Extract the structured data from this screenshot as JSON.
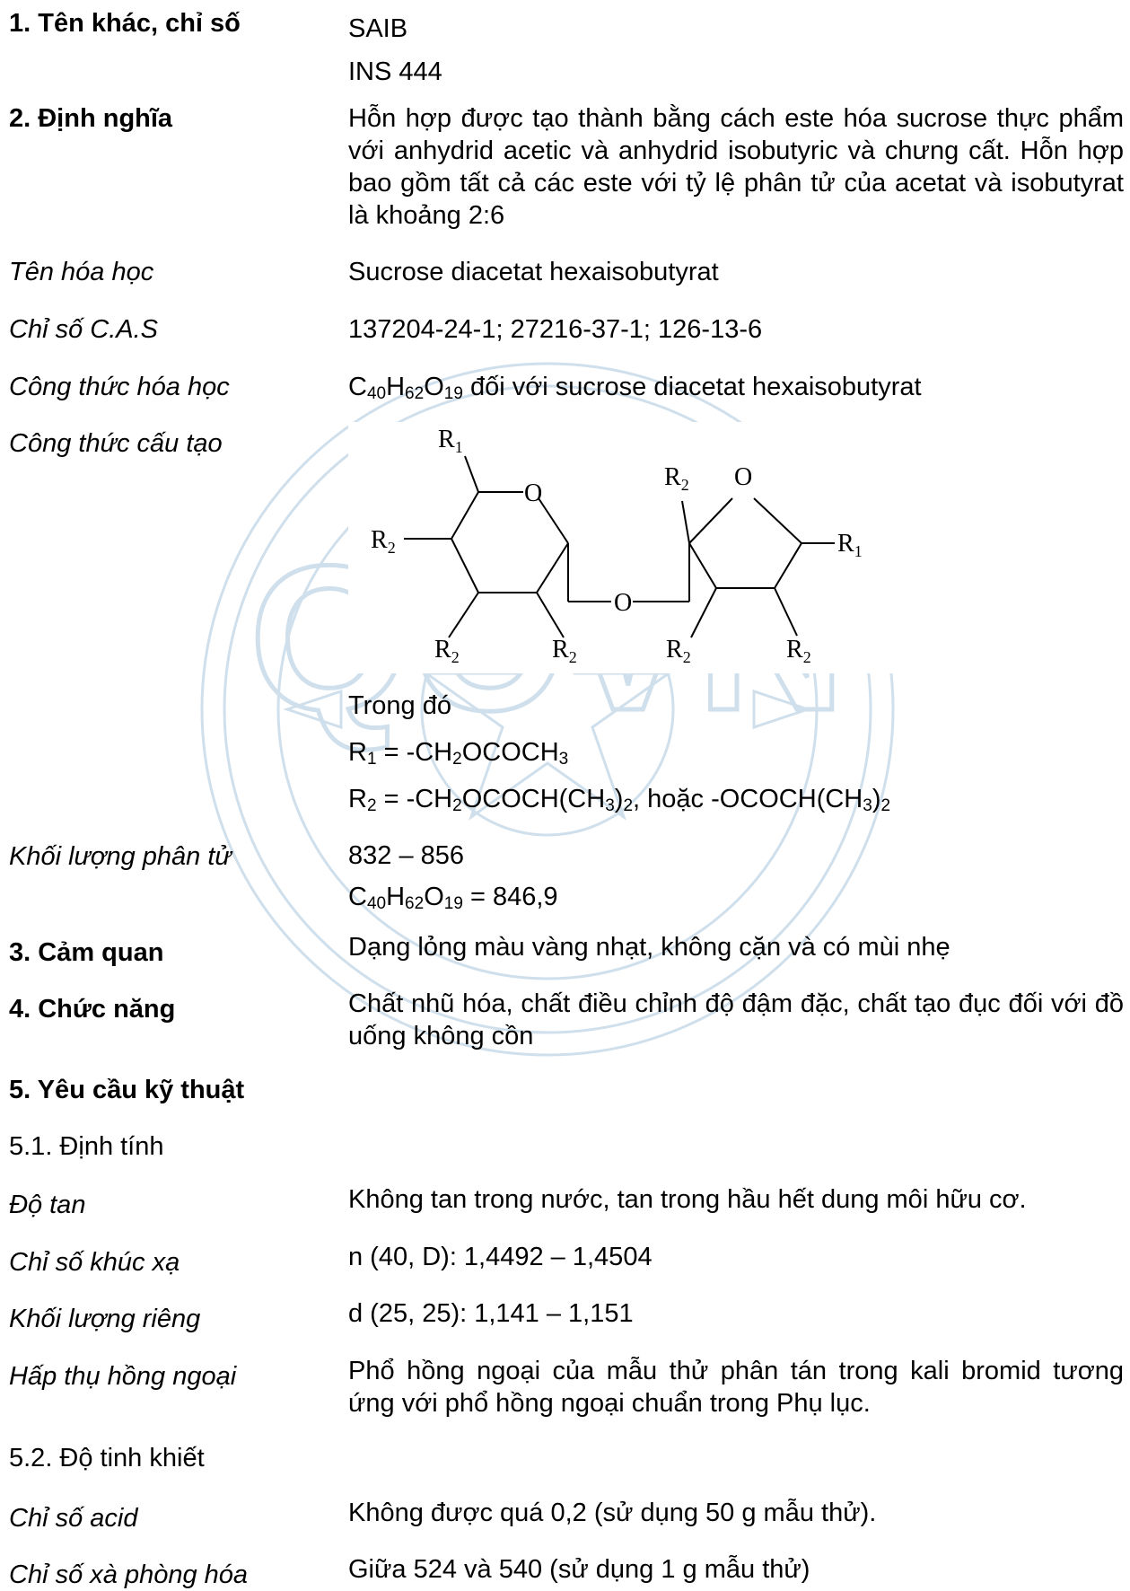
{
  "s1": {
    "label": "1. Tên khác, chỉ số",
    "lines": [
      "SAIB",
      "INS 444"
    ]
  },
  "s2": {
    "label": "2. Định nghĩa",
    "text": "Hỗn hợp được tạo thành bằng cách este hóa sucrose thực phẩm với anhydrid acetic và anhydrid isobutyric và chưng cất. Hỗn hợp bao gồm tất cả các este với tỷ lệ phân tử của acetat và isobutyrat là khoảng 2:6"
  },
  "chem_name": {
    "label": "Tên hóa học",
    "value": "Sucrose diacetat hexaisobutyrat"
  },
  "cas": {
    "label": "Chỉ số C.A.S",
    "value": "137204-24-1; 27216-37-1; 126-13-6"
  },
  "formula": {
    "label": "Công thức hóa học",
    "c": "C",
    "c_n": "40",
    "h": "H",
    "h_n": "62",
    "o": "O",
    "o_n": "19",
    "suffix": " đối với sucrose diacetat hexaisobutyrat"
  },
  "structure": {
    "label": "Công thức cấu tạo",
    "atom_o": "O",
    "r1": "R",
    "r1_sub": "1",
    "r2": "R",
    "r2_sub": "2",
    "where": "Trong đó",
    "r1_def_a": "R",
    "r1_def_a_sub": "1",
    "r1_def_b": " = -CH",
    "r1_def_b_sub": "2",
    "r1_def_c": "OCOCH",
    "r1_def_c_sub": "3",
    "r2_def_a": "R",
    "r2_def_a_sub": "2",
    "r2_def_b": " = -CH",
    "r2_def_b_sub": "2",
    "r2_def_c": "OCOCH(CH",
    "r2_def_c_sub": "3",
    "r2_def_d": ")",
    "r2_def_d_sub": "2",
    "r2_def_e": ", hoặc -OCOCH(CH",
    "r2_def_e_sub": "3",
    "r2_def_f": ")",
    "r2_def_f_sub": "2"
  },
  "mw": {
    "label": "Khối lượng phân tử",
    "range": "832 – 856",
    "c": "C",
    "c_n": "40",
    "h": "H",
    "h_n": "62",
    "o": "O",
    "o_n": "19",
    "value": " = 846,9"
  },
  "s3": {
    "label": "3. Cảm quan",
    "text": "Dạng lỏng màu vàng nhạt, không cặn và có mùi nhẹ"
  },
  "s4": {
    "label": "4. Chức năng",
    "text": "Chất nhũ hóa, chất điều chỉnh độ đậm đặc, chất tạo đục đối với đồ uống không cồn"
  },
  "s5": {
    "label": "5. Yêu cầu kỹ thuật"
  },
  "s51": {
    "label": "5.1. Định tính"
  },
  "solubility": {
    "label": "Độ tan",
    "value": "Không tan trong nước, tan trong hầu hết dung môi hữu cơ."
  },
  "refractive": {
    "label": "Chỉ số khúc xạ",
    "value": "n (40, D): 1,4492 – 1,4504"
  },
  "density": {
    "label": "Khối lượng riêng",
    "value": "d (25, 25): 1,141 – 1,151"
  },
  "ir": {
    "label": "Hấp thụ hồng ngoại",
    "value": "Phổ hồng ngoại của mẫu thử phân tán trong kali bromid tương ứng với phổ hồng ngoại chuẩn trong Phụ lục."
  },
  "s52": {
    "label": "5.2. Độ tinh khiết"
  },
  "acid": {
    "label": "Chỉ số acid",
    "value": "Không được quá 0,2 (sử dụng 50 g mẫu thử)."
  },
  "sap": {
    "label": "Chỉ số xà phòng hóa",
    "value": "Giữa 524 và 540 (sử dụng 1 g mẫu thử)"
  },
  "colors": {
    "watermark": "#a9c6dc"
  },
  "watermark": {
    "text": "QCVN"
  }
}
